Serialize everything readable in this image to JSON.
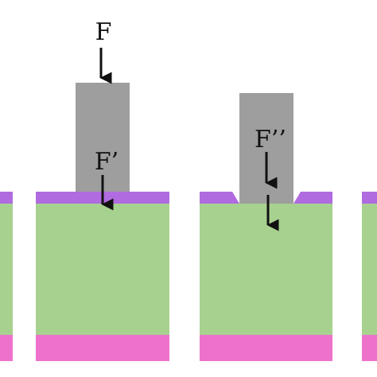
{
  "diagram": {
    "colors": {
      "background": "#ffffff",
      "pillar": "#a7d18f",
      "top_layer": "#b06be0",
      "bottom_layer": "#ee72cc",
      "indenter": "#9e9e9e",
      "arrow": "#111111"
    },
    "labels": {
      "applied_force": "F",
      "transmitted_force_flat": "F’",
      "transmitted_force_indented": "F’’"
    }
  }
}
